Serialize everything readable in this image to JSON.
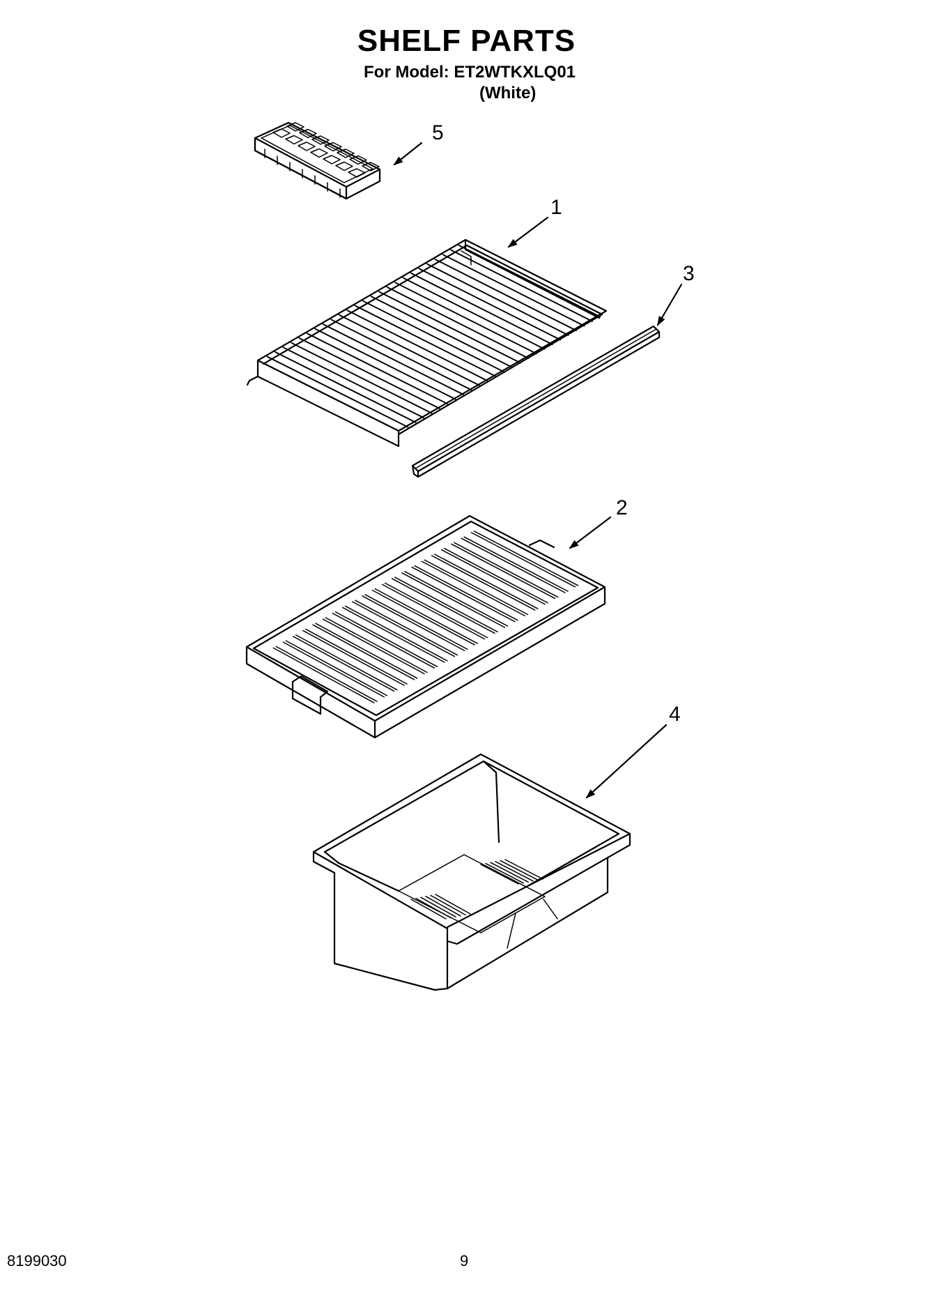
{
  "title": "SHELF PARTS",
  "model_line": "For Model: ET2WTKXLQ01",
  "variant": "(White)",
  "parts": [
    {
      "callout": "1",
      "depicts": "wire-shelf"
    },
    {
      "callout": "2",
      "depicts": "glass-shelf"
    },
    {
      "callout": "3",
      "depicts": "shelf-trim"
    },
    {
      "callout": "4",
      "depicts": "crisper-pan"
    },
    {
      "callout": "5",
      "depicts": "ice-cube-tray"
    }
  ],
  "footer": {
    "doc_number": "8199030",
    "page_number": "9"
  }
}
